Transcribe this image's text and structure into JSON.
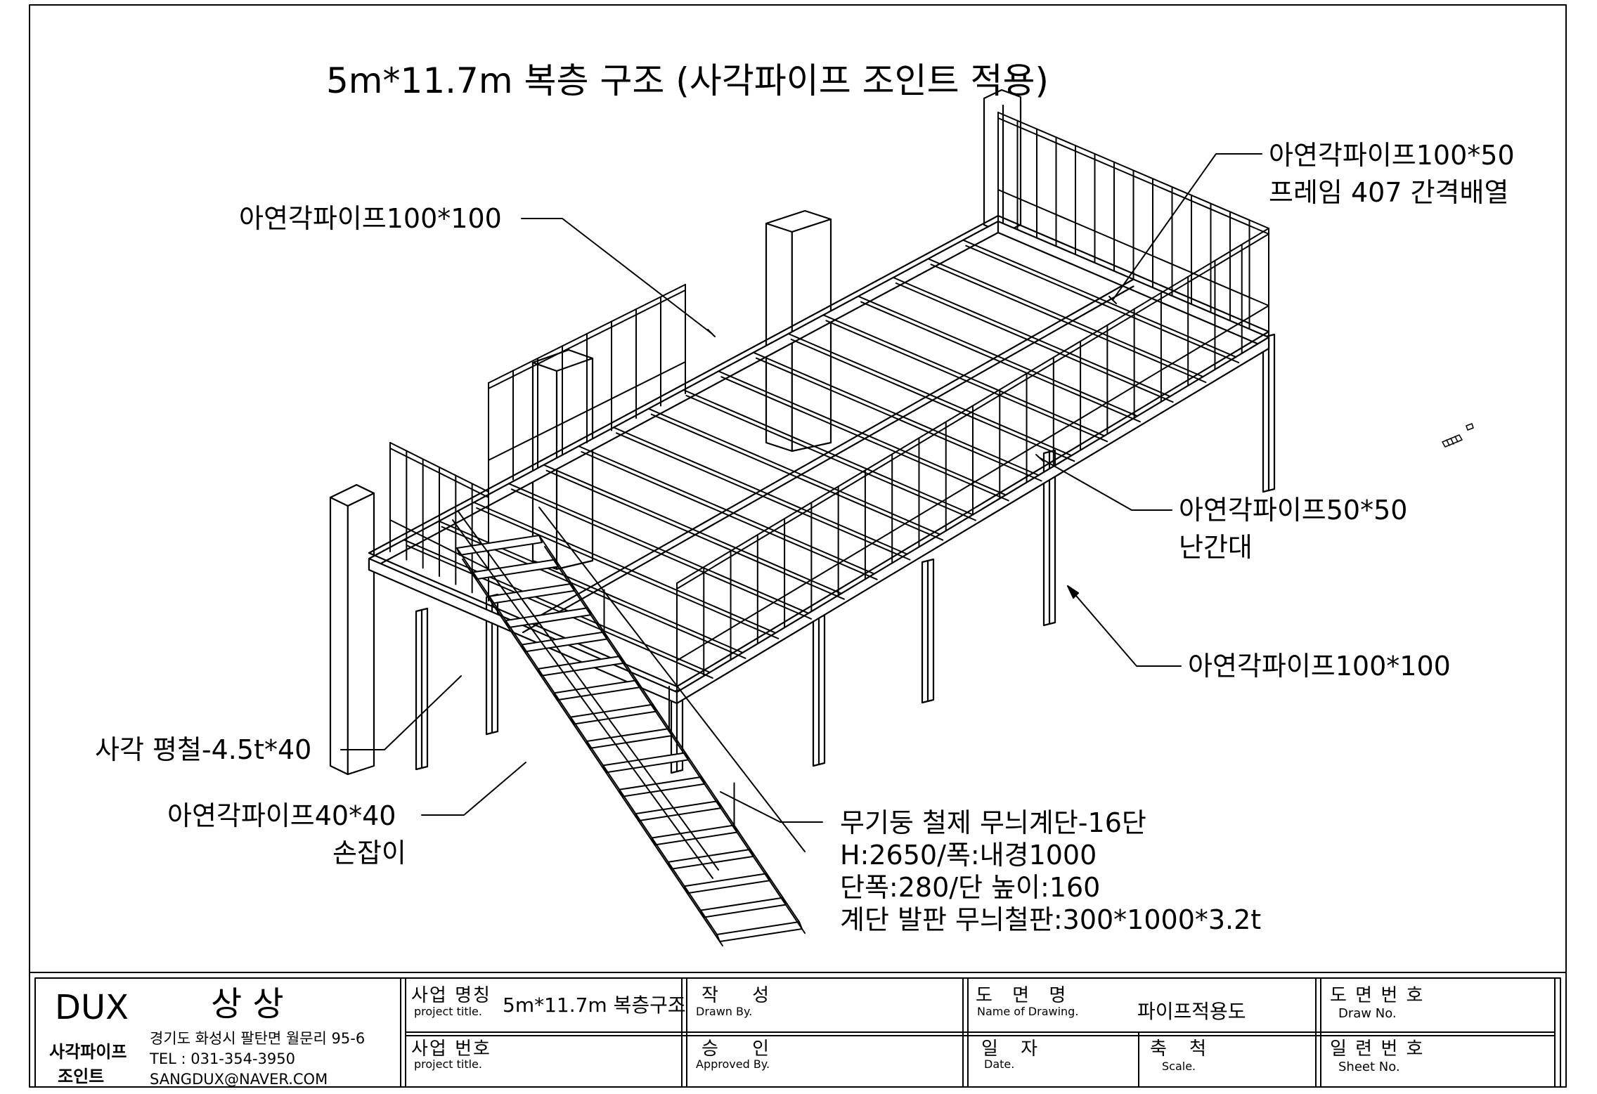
{
  "drawing": {
    "title": "5m*11.7m 복층 구조 (사각파이프 조인트 적용)",
    "callouts": {
      "pipe_100x100_top": "아연각파이프100*100",
      "pipe_100x50_line1": "아연각파이프100*50",
      "pipe_100x50_line2": "프레임 407 간격배열",
      "pipe_50x50_line1": "아연각파이프50*50",
      "pipe_50x50_line2": "난간대",
      "pipe_100x100_right": "아연각파이프100*100",
      "flat_bar": "사각 평철-4.5t*40",
      "handrail_line1": "아연각파이프40*40",
      "handrail_line2": "손잡이",
      "stair_line1": "무기둥 철제 무늬계단-16단",
      "stair_line2": "H:2650/폭:내경1000",
      "stair_line3": "단폭:280/단 높이:160",
      "stair_line4": "계단 발판 무늬철판:300*1000*3.2t"
    },
    "stair_steps": 16,
    "floor_frames": 18
  },
  "title_block": {
    "company": {
      "brand": "DUX",
      "name": "상 상",
      "product_line1": "사각파이프",
      "product_line2": "조인트",
      "address": "경기도 화성시 팔탄면 월문리 95-6",
      "tel": "TEL : 031-354-3950",
      "email": "SANGDUX@NAVER.COM"
    },
    "project_name": {
      "label": "사업 명칭",
      "sub": "project title.",
      "value": "5m*11.7m 복층구조"
    },
    "project_no": {
      "label": "사업 번호",
      "sub": "project title.",
      "value": ""
    },
    "drawn_by": {
      "label": "작 성",
      "sub": "Drawn By.",
      "value": ""
    },
    "approved_by": {
      "label": "승 인",
      "sub": "Approved By.",
      "value": ""
    },
    "drawing_name": {
      "label": "도 면 명",
      "sub": "Name of Drawing.",
      "value": "파이프적용도"
    },
    "date": {
      "label": "일 자",
      "sub": "Date.",
      "value": ""
    },
    "scale": {
      "label": "축 척",
      "sub": "Scale.",
      "value": ""
    },
    "drawing_no": {
      "label": "도 면 번 호",
      "sub": "Draw No.",
      "value": ""
    },
    "sheet_no": {
      "label": "일 련 번 호",
      "sub": "Sheet No.",
      "value": ""
    }
  }
}
